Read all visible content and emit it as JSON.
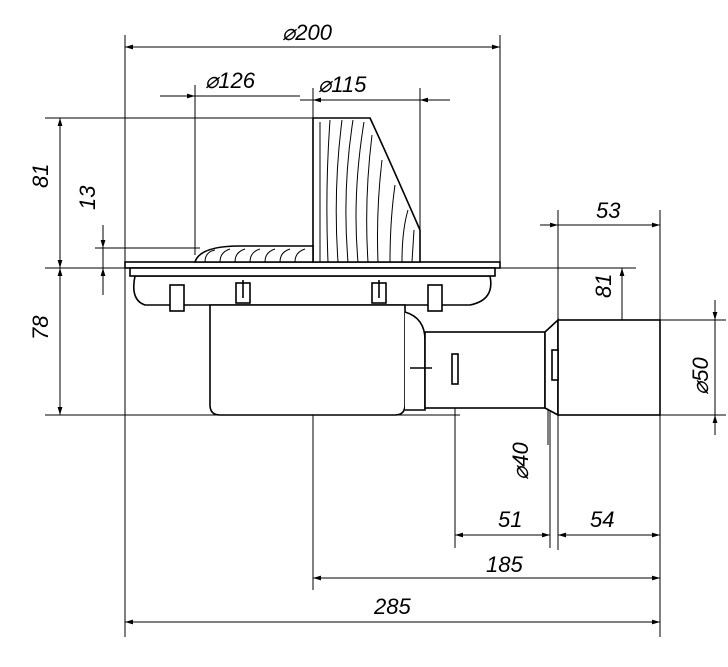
{
  "drawing": {
    "dimensions": {
      "d200": "⌀200",
      "d126": "⌀126",
      "d115": "⌀115",
      "h81_left": "81",
      "h13": "13",
      "h78": "78",
      "w53": "53",
      "h81_right": "81",
      "d50": "⌀50",
      "d40": "⌀40",
      "w51": "51",
      "w54": "54",
      "w185": "185",
      "w285": "285"
    }
  }
}
